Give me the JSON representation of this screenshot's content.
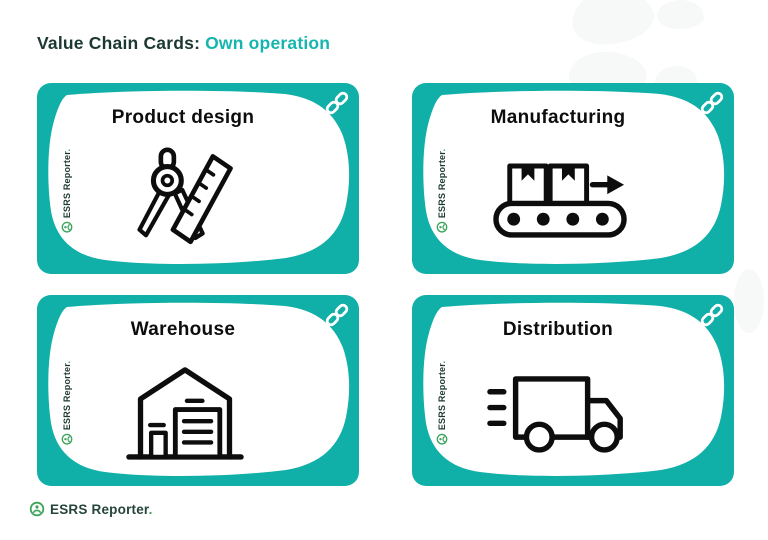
{
  "page": {
    "title_prefix": "Value Chain Cards:",
    "title_highlight": "Own operation"
  },
  "cards": [
    {
      "title": "Product design",
      "icon": "compass-ruler-icon",
      "action_icon": "link-icon"
    },
    {
      "title": "Manufacturing",
      "icon": "conveyor-belt-icon",
      "action_icon": "link-icon"
    },
    {
      "title": "Warehouse",
      "icon": "warehouse-icon",
      "action_icon": "link-icon"
    },
    {
      "title": "Distribution",
      "icon": "truck-icon",
      "action_icon": "link-icon"
    }
  ],
  "branding": {
    "watermark_text": "ESRS Reporter",
    "watermark_period": ".",
    "footer_text": "ESRS Reporter",
    "footer_period": ".",
    "logo_icon": "esrs-reporter-logo-icon"
  },
  "colors": {
    "card_teal": "#10AFA8",
    "accent_teal": "#17B5AE",
    "heading_dark": "#1C3833",
    "logo_green": "#3CA45B",
    "icon_black": "#0D0D0D",
    "decor_gray": "#F7F8F8",
    "card_surface": "#FFFFFF"
  }
}
